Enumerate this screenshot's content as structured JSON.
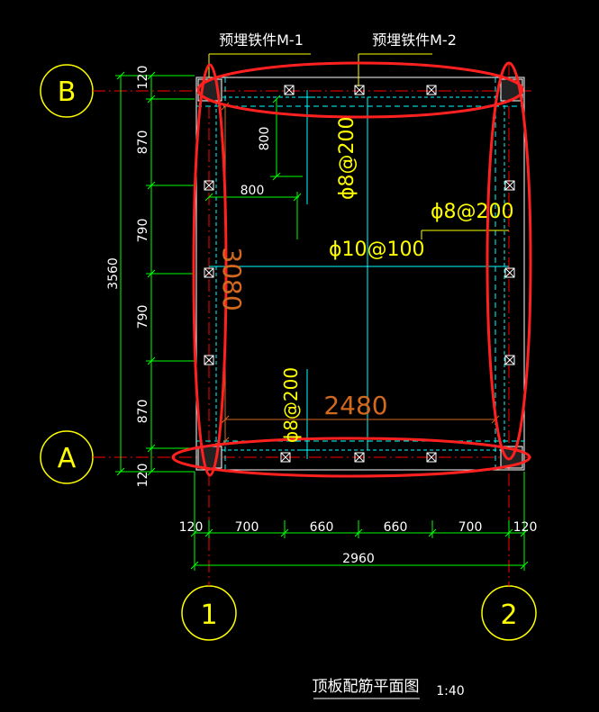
{
  "labels": {
    "embed_m1": "预埋铁件M-1",
    "embed_m2": "预埋铁件M-2",
    "rebar_phi8_200_a": "ϕ8@200",
    "rebar_phi8_200_b": "ϕ8@200",
    "rebar_phi8_200_c": "ϕ8@200",
    "rebar_phi10_100": "ϕ10@100",
    "dim_800_a": "800",
    "dim_800_b": "800",
    "dim_3080": "3080",
    "dim_2480": "2480",
    "title": "顶板配筋平面图",
    "scale": "1:40"
  },
  "axes": {
    "b": "B",
    "a": "A",
    "one": "1",
    "two": "2"
  },
  "left_dims": {
    "total": "3560",
    "segments": [
      "120",
      "870",
      "790",
      "790",
      "870",
      "120"
    ]
  },
  "bottom_dims": {
    "total": "2960",
    "segments": [
      "120",
      "700",
      "660",
      "660",
      "700",
      "120"
    ]
  },
  "colors": {
    "background": "#000000",
    "text_white": "#ffffff",
    "dim_green": "#00ff00",
    "rebar_yellow": "#ffff00",
    "rebar_cyan": "#00ffff",
    "axis_red": "#ff0000",
    "highlight_red": "#ff2020",
    "dim_orange": "#d2691e"
  }
}
